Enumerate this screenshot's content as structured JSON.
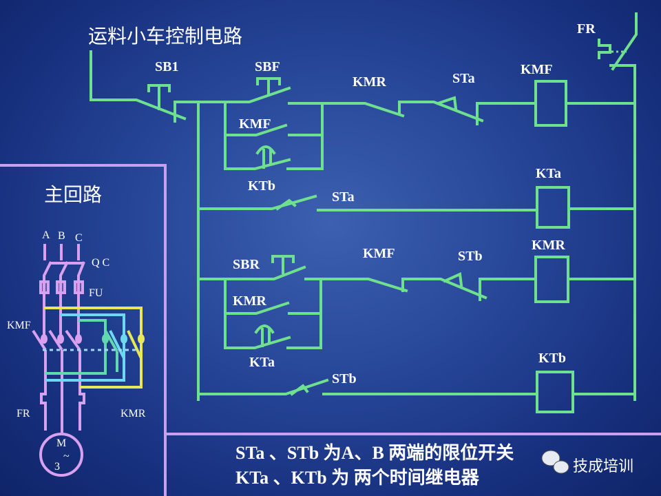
{
  "title": "运料小车控制电路",
  "main_circuit": {
    "title": "主回路",
    "phases": [
      "A",
      "B",
      "C"
    ],
    "labels": {
      "qc": "Q C",
      "fu": "FU",
      "kmf": "KMF",
      "fr": "FR",
      "kmr": "KMR",
      "motor_m": "M",
      "motor_3": "3",
      "motor_tilde": "~"
    }
  },
  "control_circuit": {
    "fr": "FR",
    "sb1": "SB1",
    "sbf": "SBF",
    "kmr_contact_1": "KMR",
    "sta_contact_1": "STa",
    "kmf_coil": "KMF",
    "kmf_hold": "KMF",
    "ktb_contact_1": "KTb",
    "sta_contact_2": "STa",
    "kta_coil": "KTa",
    "sbr": "SBR",
    "kmf_contact_2": "KMF",
    "stb_contact_1": "STb",
    "kmr_coil": "KMR",
    "kmr_hold": "KMR",
    "kta_contact": "KTa",
    "stb_contact_2": "STb",
    "ktb_coil": "KTb"
  },
  "notes": [
    "STa 、STb 为A、B 两端的限位开关",
    "KTa 、KTb 为 两个时间继电器"
  ],
  "watermark": "技成培训",
  "colors": {
    "wire": "#6fe08e",
    "frame": "#c8a0f0",
    "background": "#2a4a9c"
  }
}
